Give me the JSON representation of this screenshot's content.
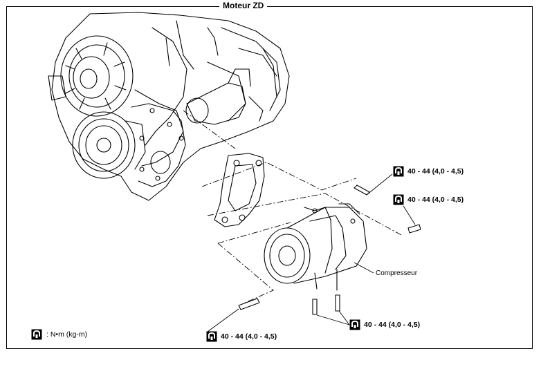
{
  "title": "Moteur ZD",
  "callouts": {
    "torque_1": "40 - 44 (4,0 - 4,5)",
    "torque_2": "40 - 44 (4,0 - 4,5)",
    "torque_3": "40 - 44 (4,0 - 4,5)",
    "torque_4": "40 - 44 (4,0 - 4,5)",
    "component": "Compresseur"
  },
  "legend": {
    "icon": "torque-wrench-icon",
    "text": ": N•m (kg-m)"
  }
}
